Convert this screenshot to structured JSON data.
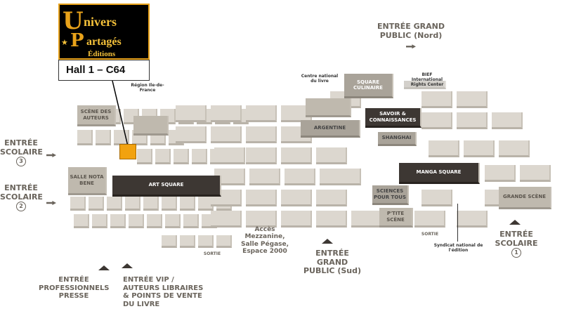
{
  "exhibitor": {
    "logo_text": [
      "Univers",
      "Partagés",
      "Éditions"
    ],
    "stand": "Hall 1 – C64",
    "highlight_color": "#f2a20f"
  },
  "zones": {
    "scene_auteurs": "SCÈNE DES AUTEURS",
    "region": "Région Ile-de-France",
    "salle_nota_bene": "SALLE NOTA BENE",
    "art_square": "ART SQUARE",
    "centre_national": "Centre national du livre",
    "argentine": "ARGENTINE",
    "square_culinaire": "SQUARE CULINAIRE",
    "bief": "BIEF",
    "bief_sub": "International Rights Center",
    "savoir": "SAVOIR & CONNAISSANCES",
    "shanghai": "SHANGHAI",
    "manga": "MANGA SQUARE",
    "sciences": "SCIENCES POUR TOUS",
    "ptite_scene": "P'TITE SCÈNE",
    "grande_scene": "GRANDE SCÈNE",
    "syndicat": "Syndicat national de l'édition"
  },
  "entrances": {
    "nord": "ENTRÉE GRAND PUBLIC (Nord)",
    "scolaire3": "ENTRÉE SCOLAIRE",
    "scolaire3_num": "3",
    "scolaire2": "ENTRÉE SCOLAIRE",
    "scolaire2_num": "2",
    "scolaire1": "ENTRÉE SCOLAIRE",
    "scolaire1_num": "1",
    "sud": "ENTRÉE GRAND PUBLIC (Sud)",
    "acces": "Accès Mezzanine, Salle Pégase, Espace 2000",
    "sortie1": "SORTIE",
    "sortie2": "SORTIE",
    "pro": "ENTRÉE PROFESSIONNELS PRESSE",
    "vip": "ENTRÉE VIP / AUTEURS LIBRAIRES & POINTS DE VENTE DU LIVRE"
  }
}
